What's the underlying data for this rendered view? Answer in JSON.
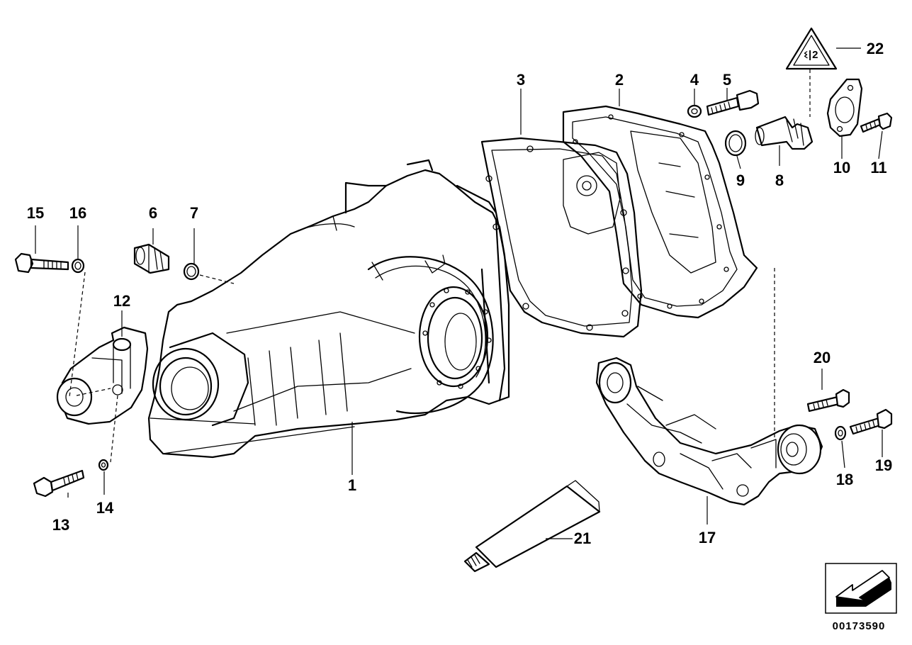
{
  "figure_title": "Differential housing / rear axle final drive – exploded view",
  "reference_number": "00173590",
  "callouts": {
    "c1": "1",
    "c2": "2",
    "c3": "3",
    "c4": "4",
    "c5": "5",
    "c6": "6",
    "c7": "7",
    "c8": "8",
    "c9": "9",
    "c10": "10",
    "c11": "11",
    "c12": "12",
    "c13": "13",
    "c14": "14",
    "c15": "15",
    "c16": "16",
    "c17": "17",
    "c18": "18",
    "c19": "19",
    "c20": "20",
    "c21": "21",
    "c22": "22"
  },
  "icons": {
    "warning": "warning-triangle-icon",
    "orientation": "direction-arrow-icon"
  }
}
